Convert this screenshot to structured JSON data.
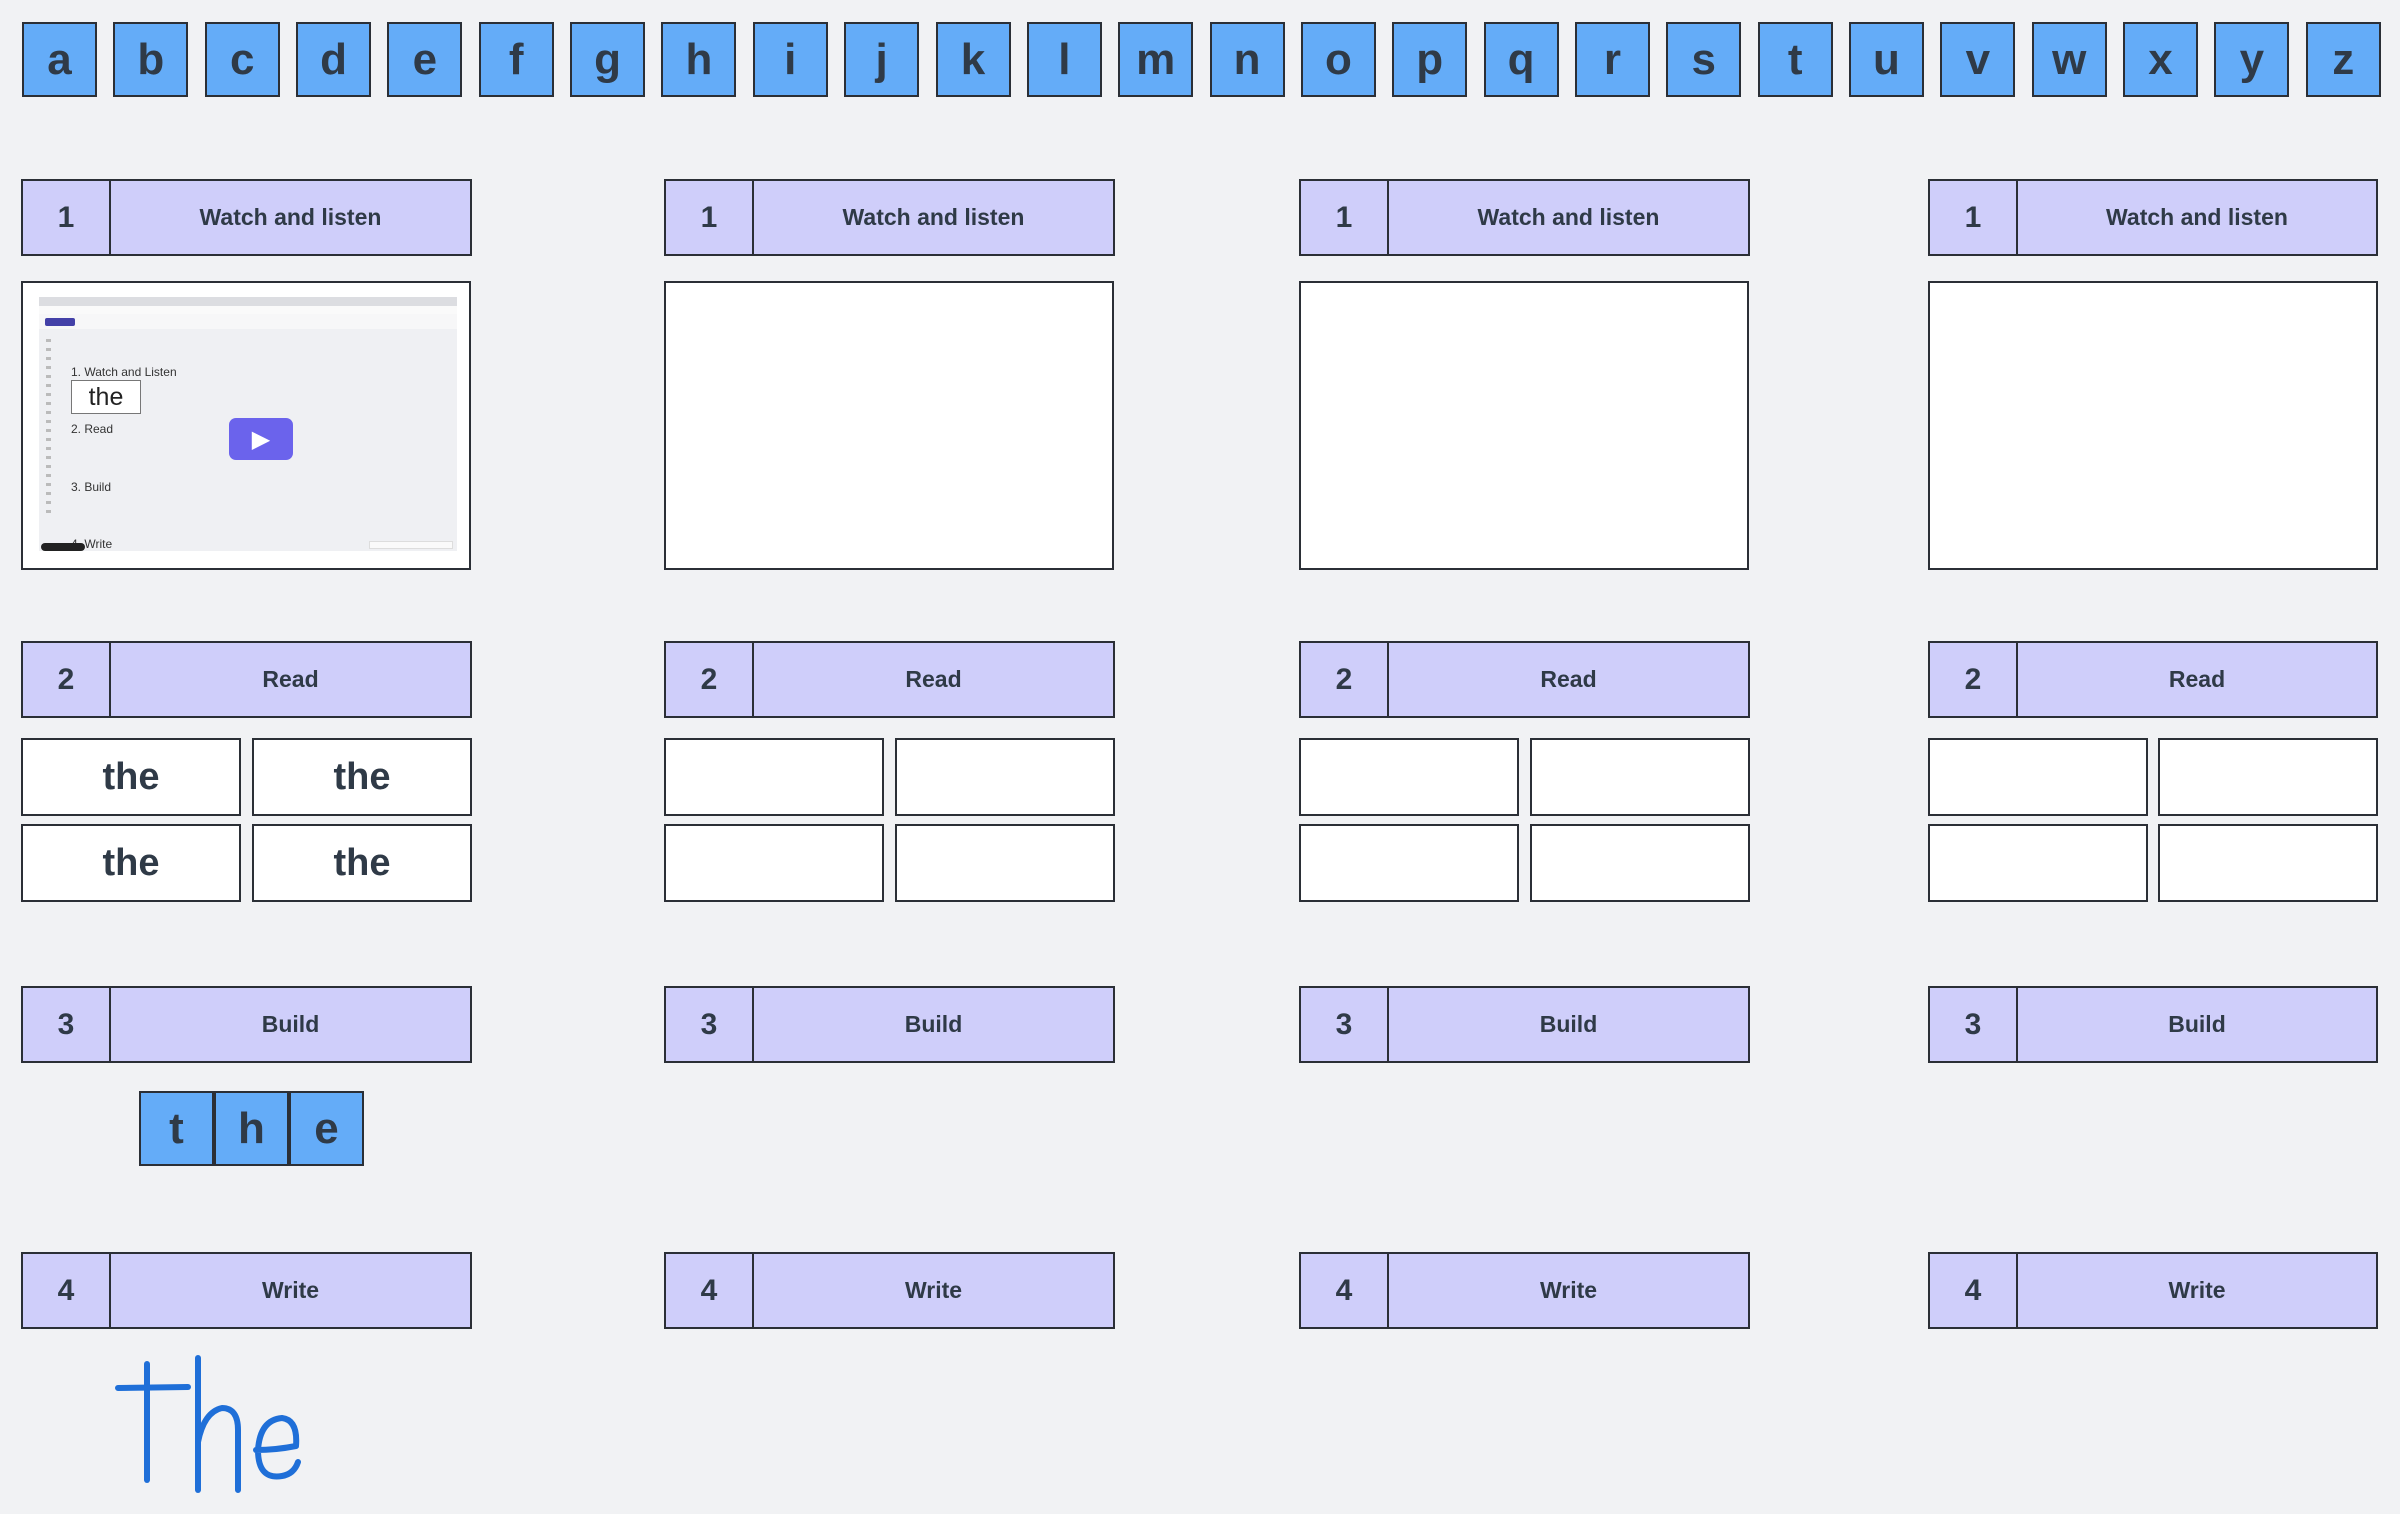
{
  "alphabet": [
    "a",
    "b",
    "c",
    "d",
    "e",
    "f",
    "g",
    "h",
    "i",
    "j",
    "k",
    "l",
    "m",
    "n",
    "o",
    "p",
    "q",
    "r",
    "s",
    "t",
    "u",
    "v",
    "w",
    "x",
    "y",
    "z"
  ],
  "columns": [
    {
      "steps": [
        {
          "num": "1",
          "label": "Watch and listen"
        },
        {
          "num": "2",
          "label": "Read"
        },
        {
          "num": "3",
          "label": "Build"
        },
        {
          "num": "4",
          "label": "Write"
        }
      ],
      "video": {
        "lines": [
          "1. Watch and Listen",
          "2. Read",
          "3. Build",
          "4. Write"
        ],
        "word": "the",
        "play_icon": "▶"
      },
      "read_words": [
        "the",
        "the",
        "the",
        "the"
      ],
      "build_letters": [
        "t",
        "h",
        "e"
      ],
      "handwritten_word": "the"
    },
    {
      "steps": [
        {
          "num": "1",
          "label": "Watch and listen"
        },
        {
          "num": "2",
          "label": "Read"
        },
        {
          "num": "3",
          "label": "Build"
        },
        {
          "num": "4",
          "label": "Write"
        }
      ],
      "read_words": [
        "",
        "",
        "",
        ""
      ]
    },
    {
      "steps": [
        {
          "num": "1",
          "label": "Watch and listen"
        },
        {
          "num": "2",
          "label": "Read"
        },
        {
          "num": "3",
          "label": "Build"
        },
        {
          "num": "4",
          "label": "Write"
        }
      ],
      "read_words": [
        "",
        "",
        "",
        ""
      ]
    },
    {
      "steps": [
        {
          "num": "1",
          "label": "Watch and listen"
        },
        {
          "num": "2",
          "label": "Read"
        },
        {
          "num": "3",
          "label": "Build"
        },
        {
          "num": "4",
          "label": "Write"
        }
      ],
      "read_words": [
        "",
        "",
        "",
        ""
      ]
    }
  ],
  "colors": {
    "background": "#f1f2f4",
    "letter_tile": "#64acf8",
    "step_header": "#cfcefa",
    "play_button": "#6b63ec",
    "handwriting": "#1f6fd8"
  }
}
